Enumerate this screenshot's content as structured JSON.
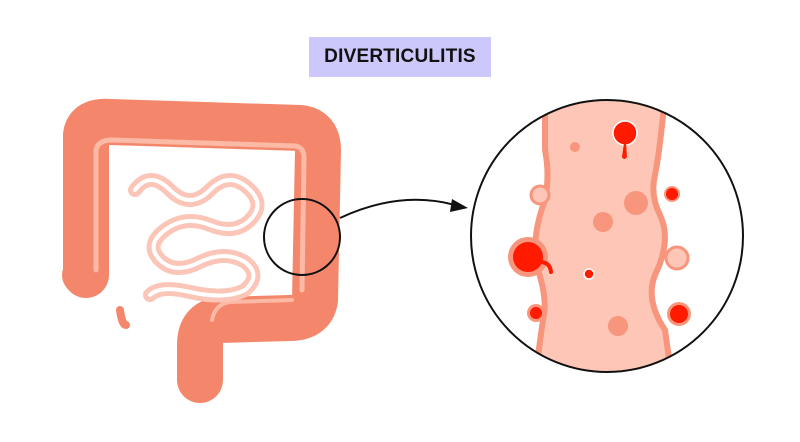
{
  "title": "DIVERTICULITIS",
  "colors": {
    "colon": "#f4876b",
    "colon_light": "#fbb9a6",
    "small_intestine": "#fbc5b8",
    "mucosa": "#fdc6b6",
    "inflamed": "#ff1a00",
    "title_bg": "#ccc8fb"
  },
  "icons": [
    "large-intestine-illustration",
    "magnifier-circle",
    "arrow-right",
    "diverticula-closeup"
  ]
}
